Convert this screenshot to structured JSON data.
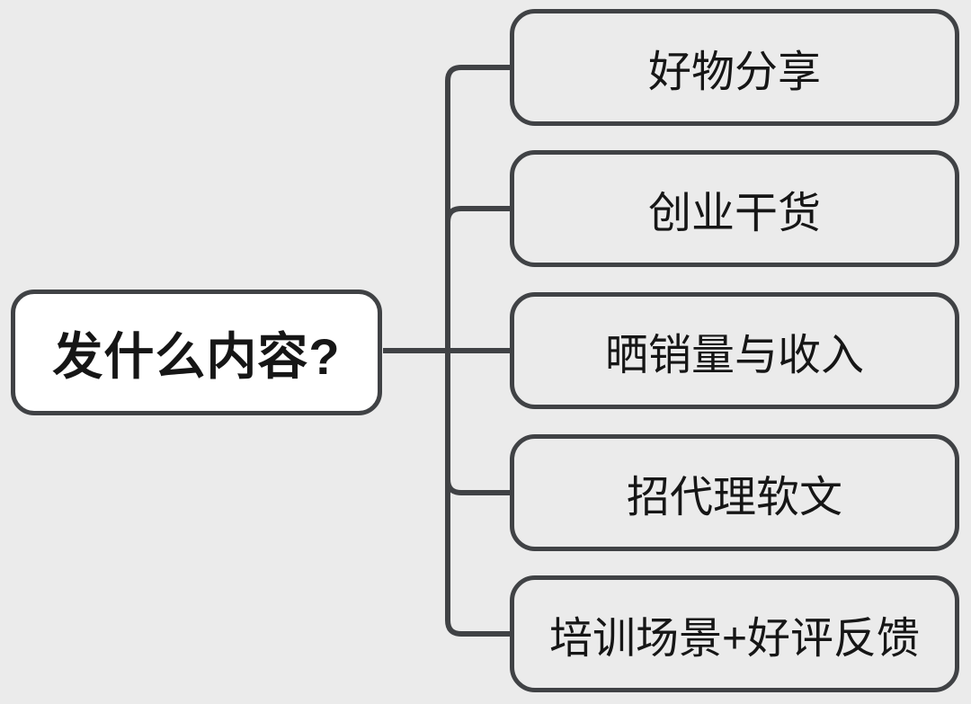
{
  "diagram": {
    "type": "mindmap",
    "root": {
      "label": "发什么内容?"
    },
    "children": [
      {
        "label": "好物分享"
      },
      {
        "label": "创业干货"
      },
      {
        "label": "晒销量与收入"
      },
      {
        "label": "招代理软文"
      },
      {
        "label": "培训场景+好评反馈"
      }
    ],
    "colors": {
      "background": "#ebebeb",
      "line": "#404245",
      "root_fill": "#ffffff",
      "text_color": "#161616"
    }
  }
}
